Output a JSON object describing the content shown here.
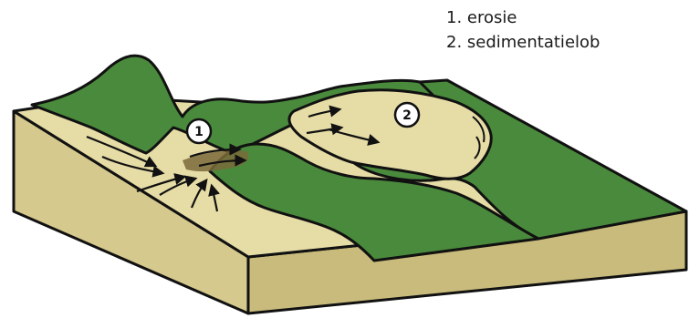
{
  "legend": {
    "items": [
      "1. erosie",
      "2. sedimentatielob"
    ]
  },
  "markers": {
    "erosion": "1",
    "lobe": "2"
  },
  "colors": {
    "grass": "#4a8a3c",
    "grass_dark": "#3f7a33",
    "sand_top": "#e6dca6",
    "sand_side": "#d6c98e",
    "sand_side_dark": "#c9bb7c",
    "outline": "#111111",
    "scour": "#7a6a3a"
  }
}
